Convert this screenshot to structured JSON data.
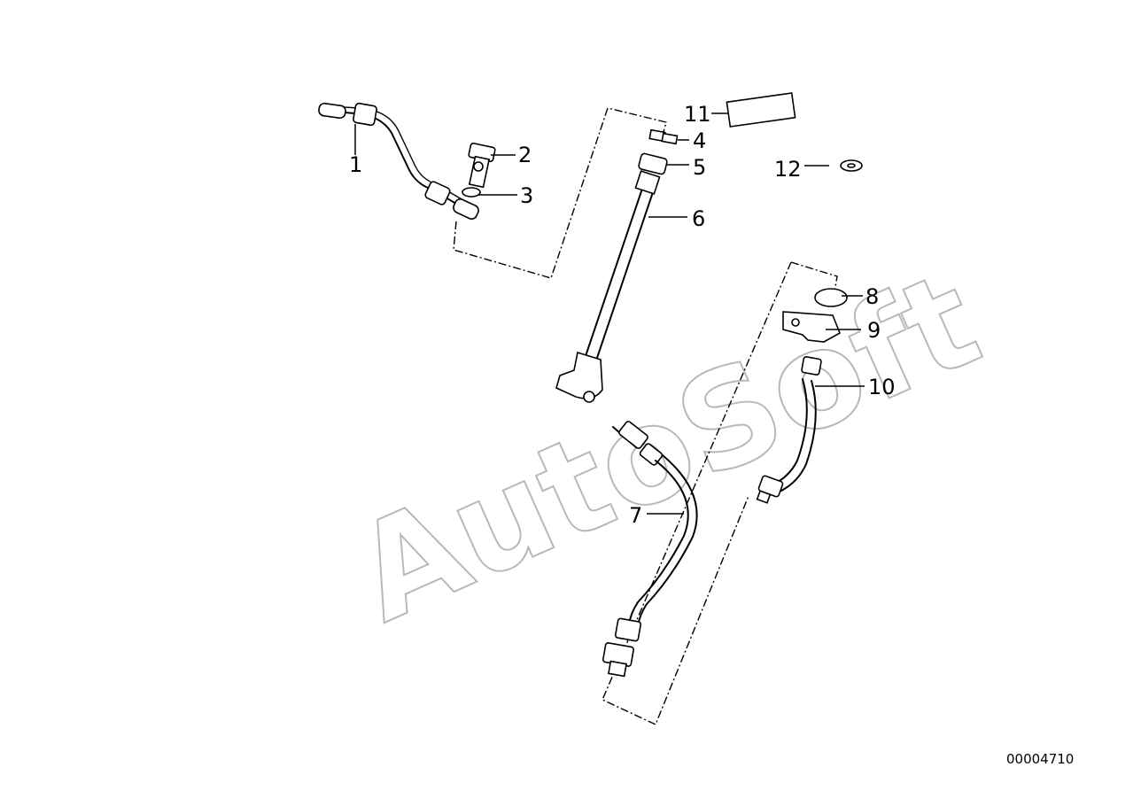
{
  "diagram": {
    "id_number": "00004710",
    "watermark": "AutoSoft",
    "callouts": [
      "1",
      "2",
      "3",
      "4",
      "5",
      "6",
      "7",
      "8",
      "9",
      "10",
      "11",
      "12"
    ]
  }
}
